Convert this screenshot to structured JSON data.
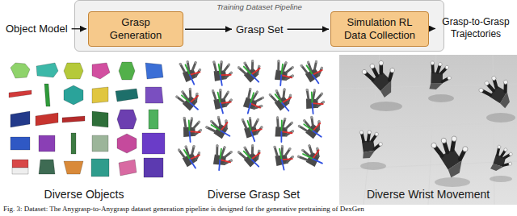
{
  "diagram": {
    "caption": "Fig. 3: Dataset: The Anygrasp-to-Anygrasp dataset generation pipeline is designed for the generative pretraining of DexGen",
    "nodes": [
      {
        "text": [
          "Training Dataset Pipeline"
        ]
      },
      {
        "text": [
          "Object Model"
        ]
      },
      {
        "text": [
          "Grasp Generation"
        ],
        "in": 0
      },
      {
        "text": [
          "Grasp Set"
        ],
        "in": 0
      },
      {
        "text": [
          "Simulation RL Data Collection"
        ],
        "in": 0
      },
      {
        "text": [
          "Grasp-to-Grasp Trajectories"
        ]
      },
      {
        "text": [
          "Diverse Objects"
        ]
      },
      {
        "text": [
          "Diverse Grasp Set"
        ]
      },
      {
        "text": [
          "Diverse Wrist Movement"
        ]
      }
    ],
    "edges": [
      {
        "from": 1,
        "to": 2,
        "arrow": "to"
      },
      {
        "from": 2,
        "to": 3,
        "arrow": "to"
      },
      {
        "from": 3,
        "to": 4,
        "arrow": "to"
      },
      {
        "from": 4,
        "to": 5,
        "arrow": "to"
      }
    ]
  }
}
